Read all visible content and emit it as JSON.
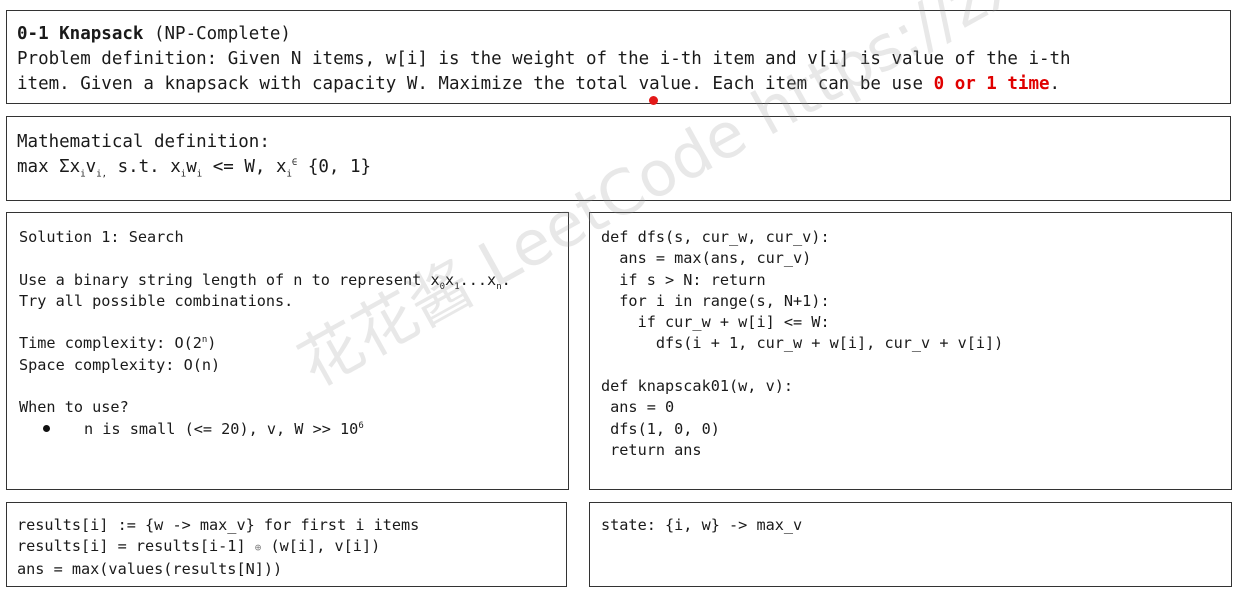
{
  "title": {
    "name": "0-1 Knapsack",
    "suffix": "(NP-Complete)",
    "def1": "Problem definition: Given N items, w[i] is the weight of the i-th item and v[i] is value of the i-th",
    "def2a": "item. Given a knapsack with capacity W. Maximize the total value. Each item can be use ",
    "def2b": "0 or 1 time",
    "def2c": "."
  },
  "math": {
    "heading": "Mathematical definition:",
    "expr": {
      "max": "max Σx",
      "i1": "i",
      "v": "v",
      "i2": "i,",
      "st": " s.t. x",
      "i3": "i",
      "w": "w",
      "i4": "i",
      "le": " <= W, x",
      "i5": "i",
      "in": "∈",
      "set": " {0, 1}"
    }
  },
  "solution1": {
    "title": "Solution 1: Search",
    "repr_a": "Use a binary string length of n to represent x",
    "repr_s1": "0",
    "repr_b": "x",
    "repr_s2": "1",
    "repr_c": "...x",
    "repr_s3": "n",
    "repr_d": ".",
    "try_all": "Try all possible combinations.",
    "time_a": "Time complexity: O(2",
    "time_sup": "n",
    "time_b": ")",
    "space": "Space complexity: O(n)",
    "when": "When to use?",
    "bullet_a": "n is small (<= 20), v, W >> 10",
    "bullet_sup": "6"
  },
  "code": {
    "lines": [
      "def dfs(s, cur_w, cur_v):",
      "  ans = max(ans, cur_v)",
      "  if s > N: return",
      "  for i in range(s, N+1):",
      "    if cur_w + w[i] <= W:",
      "      dfs(i + 1, cur_w + w[i], cur_v + v[i])",
      "",
      "def knapscak01(w, v):",
      " ans = 0",
      " dfs(1, 0, 0)",
      " return ans"
    ]
  },
  "results": {
    "line1": "results[i] := {w -> max_v} for first i items",
    "line2a": "results[i] = results[i-1] ",
    "line2op": "⊕",
    "line2b": " (w[i], v[i])",
    "line3": "ans = max(values(results[N]))"
  },
  "state": {
    "line": "state: {i, w} -> max_v"
  },
  "watermark": "花花酱 LeetCode https://zxi.mytechroad.com/blog/"
}
